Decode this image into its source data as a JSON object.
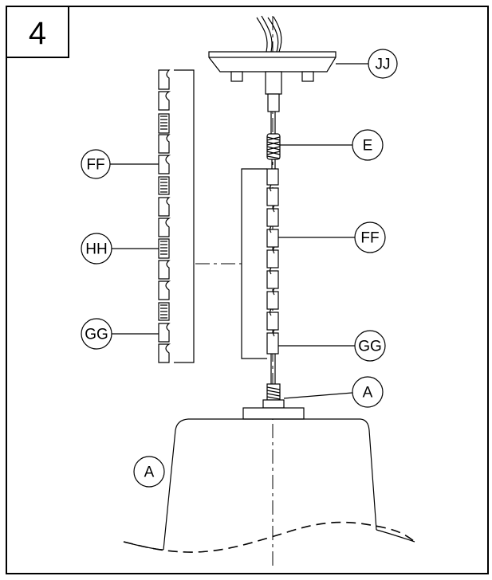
{
  "step": "4",
  "callouts": {
    "jj": "JJ",
    "e": "E",
    "ff_right": "FF",
    "gg_right": "GG",
    "a_nut": "A",
    "ff_left": "FF",
    "hh_left": "HH",
    "gg_left": "GG",
    "a_shade": "A"
  }
}
